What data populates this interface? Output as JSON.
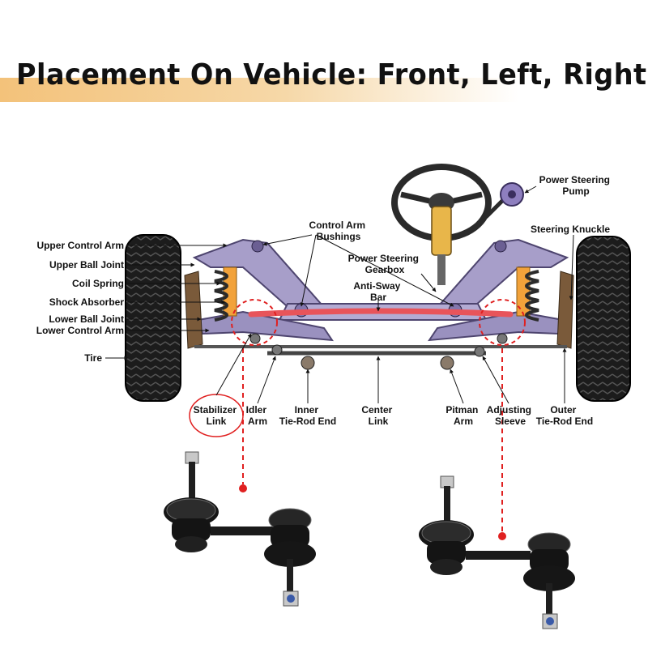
{
  "title": "Placement On Vehicle: Front, Left, Right",
  "labels": {
    "upper_control_arm": "Upper Control Arm",
    "upper_ball_joint": "Upper Ball Joint",
    "coil_spring": "Coil Spring",
    "shock_absorber": "Shock Absorber",
    "lower_ball_joint": "Lower Ball Joint",
    "lower_control_arm": "Lower Control Arm",
    "tire": "Tire",
    "control_arm_bushings": [
      "Control Arm",
      "Bushings"
    ],
    "power_steering_gearbox": [
      "Power Steering",
      "Gearbox"
    ],
    "anti_sway_bar": [
      "Anti-Sway",
      "Bar"
    ],
    "power_steering_pump": [
      "Power Steering",
      "Pump"
    ],
    "steering_knuckle": "Steering Knuckle",
    "stabilizer_link": [
      "Stabilizer",
      "Link"
    ],
    "idler_arm": [
      "Idler",
      "Arm"
    ],
    "inner_tie_rod_end": [
      "Inner",
      "Tie-Rod End"
    ],
    "center_link": [
      "Center",
      "Link"
    ],
    "pitman_arm": [
      "Pitman",
      "Arm"
    ],
    "adjusting_sleeve": [
      "Adjusting",
      "Sleeve"
    ],
    "outer_tie_rod_end": [
      "Outer",
      "Tie-Rod End"
    ]
  },
  "colors": {
    "frame": "#a79ec9",
    "frame_dark": "#5e5480",
    "sway_bar": "#e8545a",
    "highlight": "#e02020",
    "accent_bar": "#f3c27a",
    "tire": "#1a1a1a",
    "spring": "#f2a23a"
  }
}
